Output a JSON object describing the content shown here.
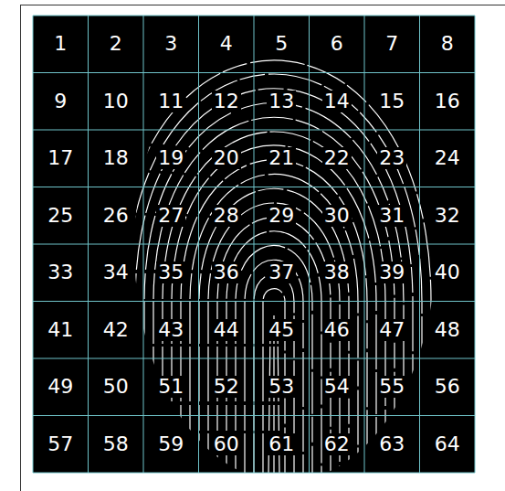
{
  "diagram": {
    "labels": [
      "1",
      "2",
      "3",
      "4",
      "5",
      "6",
      "7",
      "8",
      "9",
      "10",
      "11",
      "12",
      "13",
      "14",
      "15",
      "16",
      "17",
      "18",
      "19",
      "20",
      "21",
      "22",
      "23",
      "24",
      "25",
      "26",
      "27",
      "28",
      "29",
      "30",
      "31",
      "32",
      "33",
      "34",
      "35",
      "36",
      "37",
      "38",
      "39",
      "40",
      "41",
      "42",
      "43",
      "44",
      "45",
      "46",
      "47",
      "48",
      "49",
      "50",
      "51",
      "52",
      "53",
      "54",
      "55",
      "56",
      "57",
      "58",
      "59",
      "60",
      "61",
      "62",
      "63",
      "64"
    ]
  }
}
